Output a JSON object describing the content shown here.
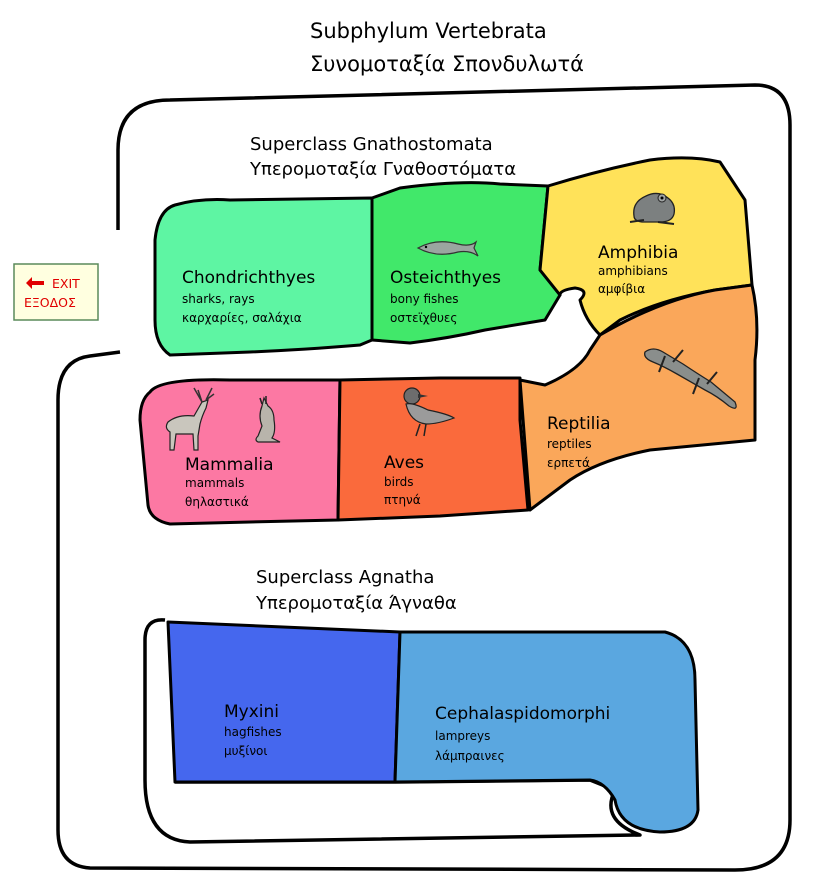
{
  "title": {
    "line1": "Subphylum Vertebrata",
    "line2": "Συνομοταξία Σπονδυλωτά"
  },
  "exit_button": {
    "line1": "EXIT",
    "line2": "ΕΞΟΔΟΣ",
    "icon": "arrow-left-icon",
    "color": "#e00000"
  },
  "gnathostomata": {
    "line1": "Superclass Gnathostomata",
    "line2": "Υπερομοταξία Γναθοστόματα",
    "classes": {
      "chondrichthyes": {
        "name": "Chondrichthyes",
        "sub1": "sharks, rays",
        "sub2": "καρχαρίες, σαλάχια",
        "color": "#5ef5a3"
      },
      "osteichthyes": {
        "name": "Osteichthyes",
        "sub1": "bony fishes",
        "sub2": "οστεϊχθυες",
        "color": "#41e86a",
        "icon": "fish-icon"
      },
      "amphibia": {
        "name": "Amphibia",
        "sub1": "amphibians",
        "sub2": "αμφίβια",
        "color": "#ffe259",
        "icon": "frog-icon"
      },
      "reptilia": {
        "name": "Reptilia",
        "sub1": "reptiles",
        "sub2": "ερπετά",
        "color": "#faa75a",
        "icon": "lizard-icon"
      },
      "mammalia": {
        "name": "Mammalia",
        "sub1": "mammals",
        "sub2": "θηλαστικά",
        "color": "#fc78a3",
        "icons": [
          "deer-icon",
          "kangaroo-icon"
        ]
      },
      "aves": {
        "name": "Aves",
        "sub1": "birds",
        "sub2": "πτηνά",
        "color": "#fa6a3c",
        "icon": "bird-icon"
      }
    }
  },
  "agnatha": {
    "line1": "Superclass Agnatha",
    "line2": "Υπερομοταξία Άγναθα",
    "classes": {
      "myxini": {
        "name": "Myxini",
        "sub1": "hagfishes",
        "sub2": "μυξίνοι",
        "color": "#4567ee"
      },
      "cephalaspidomorphi": {
        "name": "Cephalaspidomorphi",
        "sub1": "lampreys",
        "sub2": "λάμπραινες",
        "color": "#5aa7e0"
      }
    }
  }
}
